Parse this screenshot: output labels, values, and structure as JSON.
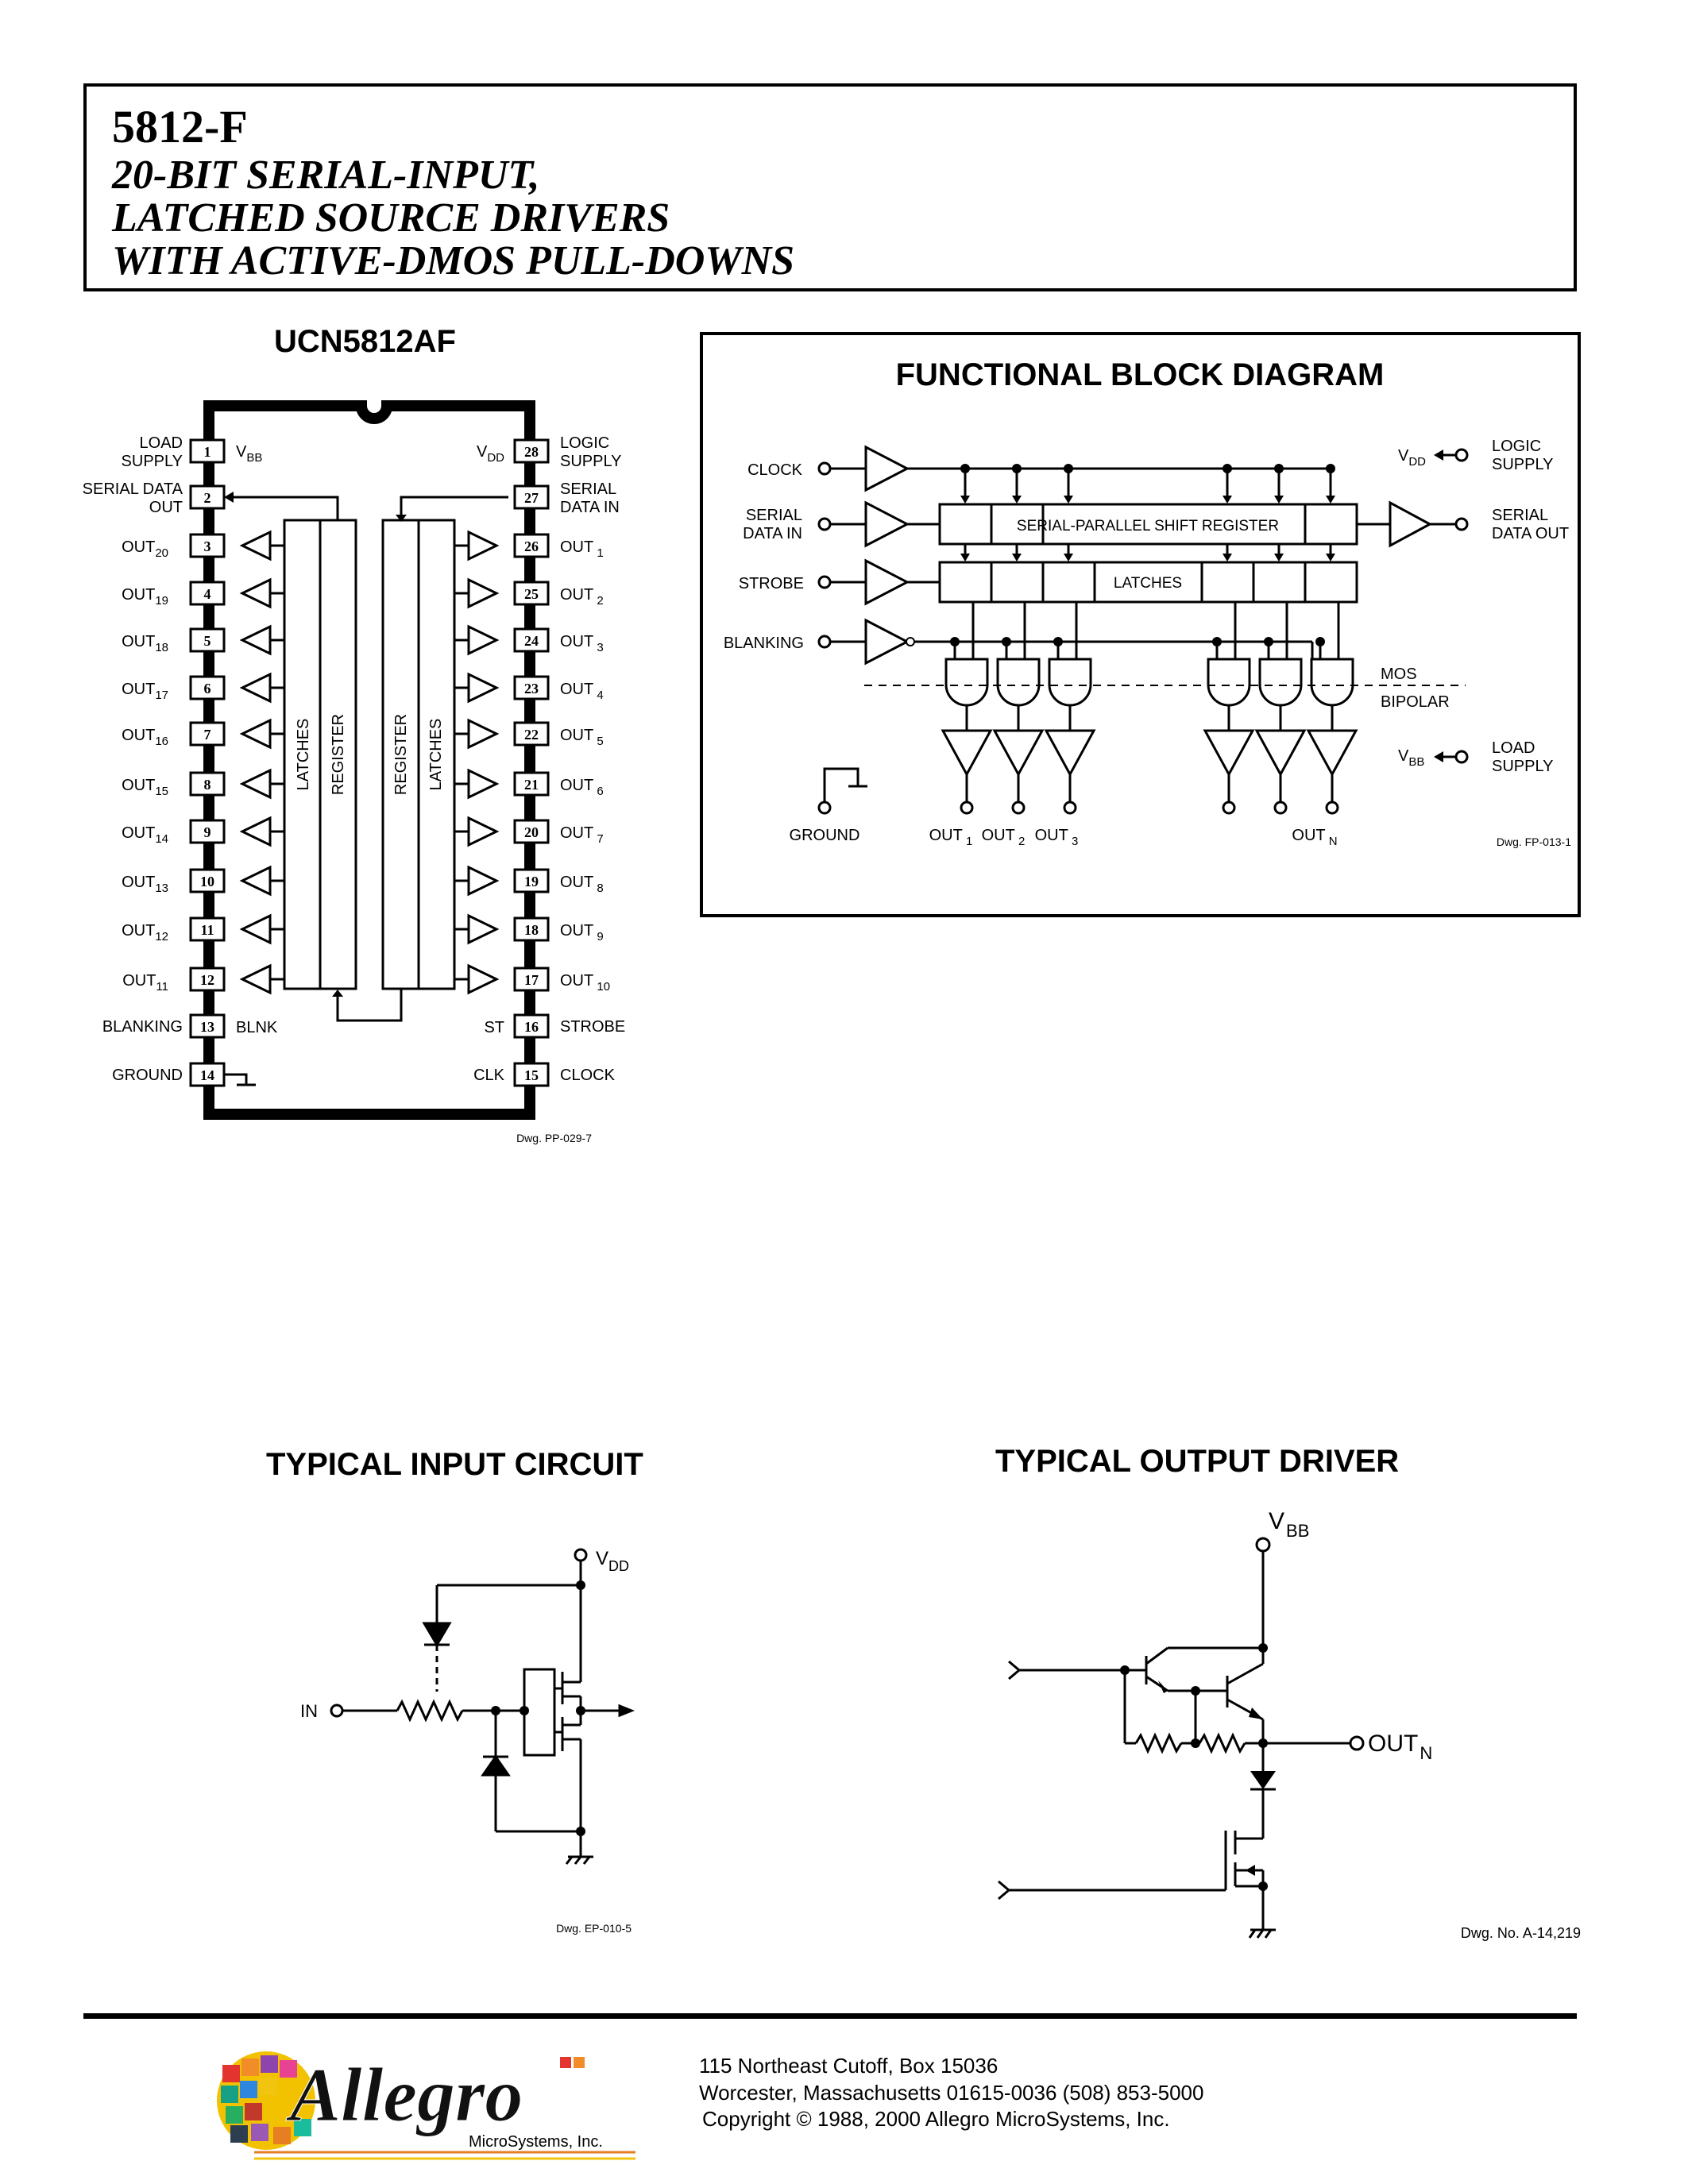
{
  "header": {
    "part_number": "5812-F",
    "title_lines": [
      "20-BIT SERIAL-INPUT,",
      "LATCHED SOURCE DRIVERS",
      "WITH ACTIVE-DMOS PULL-DOWNS"
    ]
  },
  "pinout": {
    "title": "UCN5812AF",
    "left_pins": [
      {
        "num": "1",
        "label": "LOAD SUPPLY"
      },
      {
        "num": "2",
        "label": "SERIAL DATA OUT"
      },
      {
        "num": "3",
        "label": "OUT",
        "sub": "20"
      },
      {
        "num": "4",
        "label": "OUT",
        "sub": "19"
      },
      {
        "num": "5",
        "label": "OUT",
        "sub": "18"
      },
      {
        "num": "6",
        "label": "OUT",
        "sub": "17"
      },
      {
        "num": "7",
        "label": "OUT",
        "sub": "16"
      },
      {
        "num": "8",
        "label": "OUT",
        "sub": "15"
      },
      {
        "num": "9",
        "label": "OUT",
        "sub": "14"
      },
      {
        "num": "10",
        "label": "OUT",
        "sub": "13"
      },
      {
        "num": "11",
        "label": "OUT",
        "sub": "12"
      },
      {
        "num": "12",
        "label": "OUT",
        "sub": "11"
      },
      {
        "num": "13",
        "label": "BLANKING"
      },
      {
        "num": "14",
        "label": "GROUND"
      }
    ],
    "right_pins": [
      {
        "num": "28",
        "label": "LOGIC SUPPLY"
      },
      {
        "num": "27",
        "label": "SERIAL DATA IN"
      },
      {
        "num": "26",
        "label": "OUT",
        "sub": "1"
      },
      {
        "num": "25",
        "label": "OUT",
        "sub": "2"
      },
      {
        "num": "24",
        "label": "OUT",
        "sub": "3"
      },
      {
        "num": "23",
        "label": "OUT",
        "sub": "4"
      },
      {
        "num": "22",
        "label": "OUT",
        "sub": "5"
      },
      {
        "num": "21",
        "label": "OUT",
        "sub": "6"
      },
      {
        "num": "20",
        "label": "OUT",
        "sub": "7"
      },
      {
        "num": "19",
        "label": "OUT",
        "sub": "8"
      },
      {
        "num": "18",
        "label": "OUT",
        "sub": "9"
      },
      {
        "num": "17",
        "label": "OUT",
        "sub": "10"
      },
      {
        "num": "16",
        "label": "STROBE"
      },
      {
        "num": "15",
        "label": "CLOCK"
      }
    ],
    "inner_left_top": "V",
    "inner_left_top_sub": "BB",
    "inner_right_top": "V",
    "inner_right_top_sub": "DD",
    "inner_blnk": "BLNK",
    "inner_st": "ST",
    "inner_clk": "CLK",
    "block_latches": "LATCHES",
    "block_register": "REGISTER",
    "dwg": "Dwg. PP-029-7"
  },
  "fbd": {
    "title": "FUNCTIONAL BLOCK DIAGRAM",
    "clock": "CLOCK",
    "serial_data_in": [
      "SERIAL",
      "DATA IN"
    ],
    "strobe": "STROBE",
    "blanking": "BLANKING",
    "shift_register": "SERIAL-PARALLEL SHIFT REGISTER",
    "latches": "LATCHES",
    "vdd": "V",
    "vdd_sub": "DD",
    "logic_supply": [
      "LOGIC",
      "SUPPLY"
    ],
    "serial_data_out": [
      "SERIAL",
      "DATA OUT"
    ],
    "mos": "MOS",
    "bipolar": "BIPOLAR",
    "vbb": "V",
    "vbb_sub": "BB",
    "load_supply": [
      "LOAD",
      "SUPPLY"
    ],
    "ground": "GROUND",
    "outs": [
      {
        "label": "OUT",
        "sub": "1"
      },
      {
        "label": "OUT",
        "sub": "2"
      },
      {
        "label": "OUT",
        "sub": "3"
      },
      {
        "label": "OUT",
        "sub": "N"
      }
    ],
    "dwg": "Dwg. FP-013-1"
  },
  "input_circuit": {
    "title": "TYPICAL INPUT CIRCUIT",
    "vdd": "V",
    "vdd_sub": "DD",
    "in": "IN",
    "dwg": "Dwg. EP-010-5"
  },
  "output_driver": {
    "title": "TYPICAL OUTPUT DRIVER",
    "vbb": "V",
    "vbb_sub": "BB",
    "out": "OUT",
    "out_sub": "N",
    "dwg": "Dwg. No. A-14,219"
  },
  "footer": {
    "logo_text": "Allegro",
    "logo_sub": "MicroSystems, Inc.",
    "address_lines": [
      "115 Northeast Cutoff, Box 15036",
      "Worcester, Massachusetts 01615-0036  (508) 853-5000",
      "Copyright © 1988, 2000 Allegro MicroSystems, Inc."
    ]
  }
}
